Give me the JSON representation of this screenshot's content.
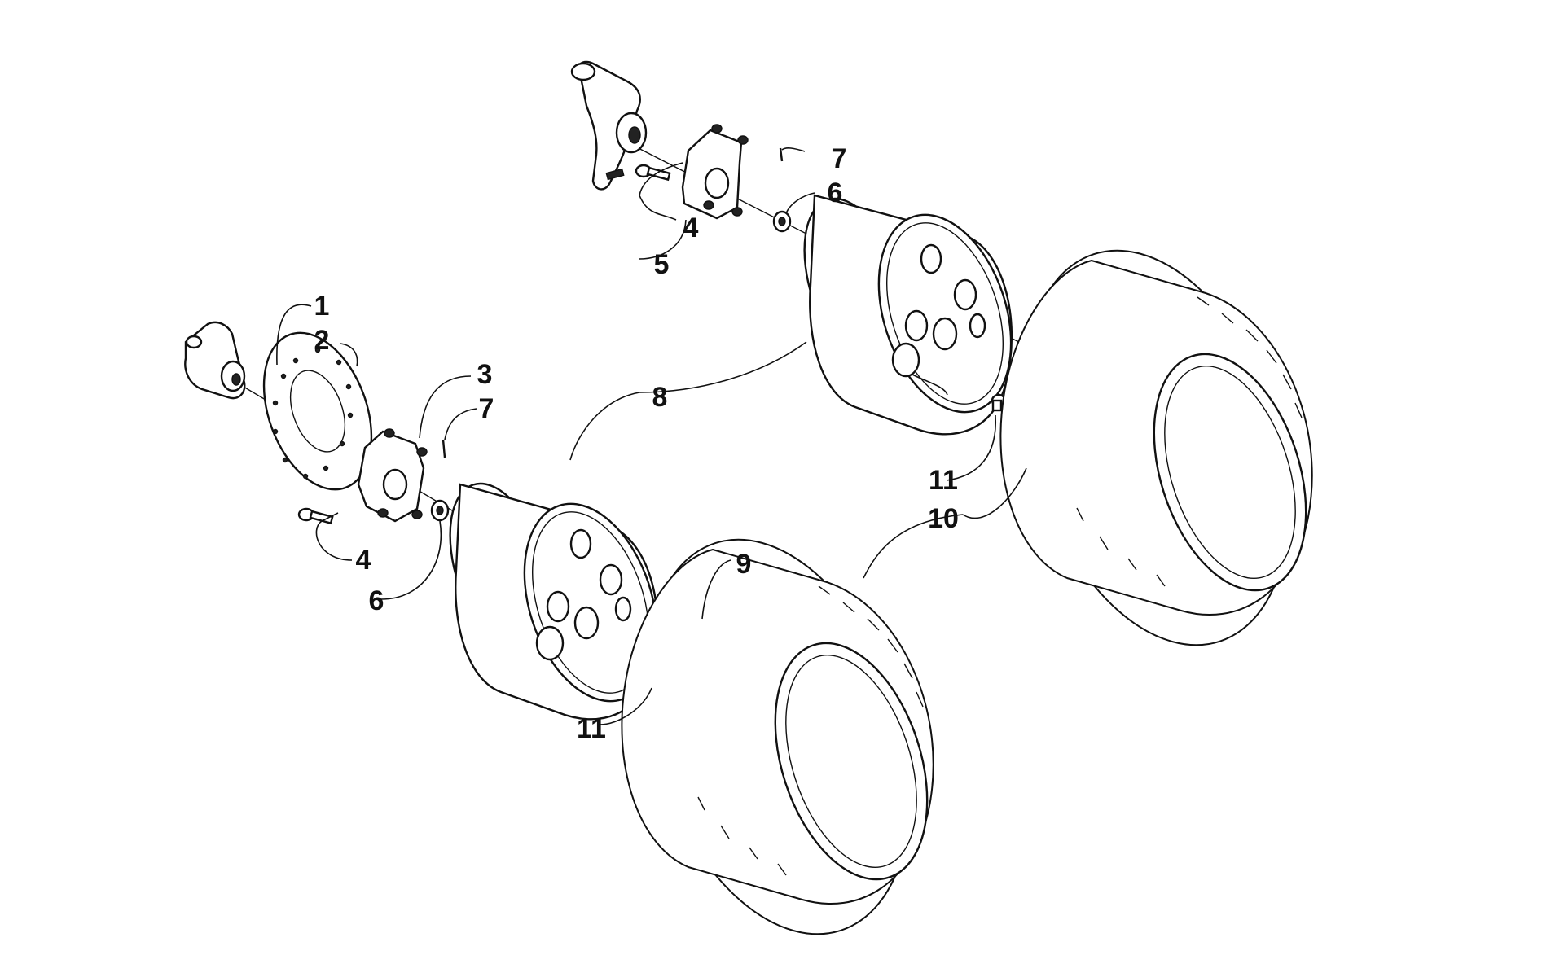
{
  "diagram": {
    "callouts": [
      {
        "id": "c1",
        "label": "1"
      },
      {
        "id": "c2",
        "label": "2"
      },
      {
        "id": "c3",
        "label": "3"
      },
      {
        "id": "c4a",
        "label": "4"
      },
      {
        "id": "c4b",
        "label": "4"
      },
      {
        "id": "c5",
        "label": "5"
      },
      {
        "id": "c6a",
        "label": "6"
      },
      {
        "id": "c6b",
        "label": "6"
      },
      {
        "id": "c7a",
        "label": "7"
      },
      {
        "id": "c7b",
        "label": "7"
      },
      {
        "id": "c8",
        "label": "8"
      },
      {
        "id": "c9",
        "label": "9"
      },
      {
        "id": "c10",
        "label": "10"
      },
      {
        "id": "c11a",
        "label": "11"
      },
      {
        "id": "c11b",
        "label": "11"
      }
    ],
    "colors": {
      "ink": "#111111",
      "background": "#ffffff"
    }
  }
}
